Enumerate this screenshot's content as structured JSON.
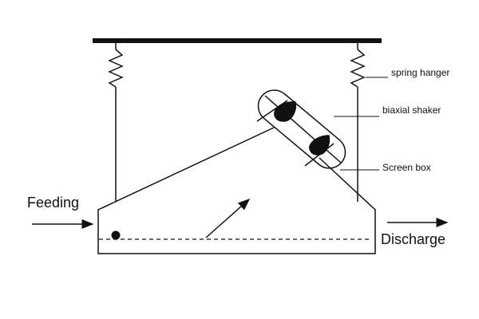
{
  "labels": {
    "spring_hanger": "spring hanger",
    "biaxial_shaker": "biaxial shaker",
    "screen_box": "Screen box",
    "feeding": "Feeding",
    "discharge": "Discharge"
  },
  "colors": {
    "ink": "#111111",
    "background": "#ffffff"
  },
  "icons": {
    "spring": "spring-coil",
    "flow_arrow": "arrow-right",
    "motion_arrow": "arrow-up-right",
    "eccentric_weight": "teardrop-weight"
  }
}
